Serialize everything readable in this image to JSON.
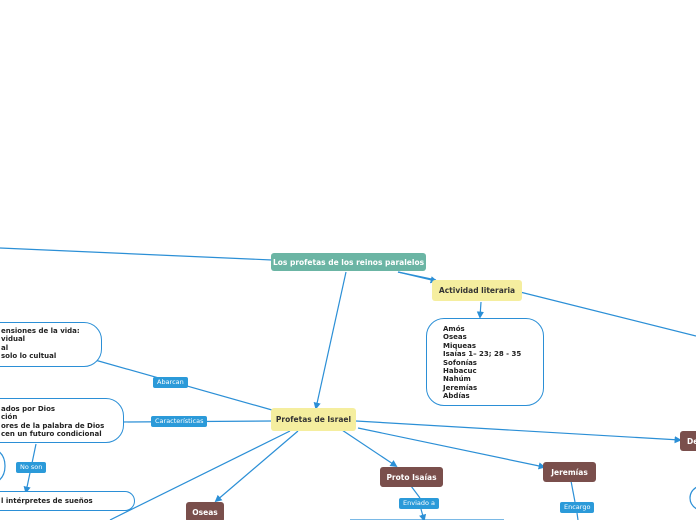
{
  "nodes": {
    "root": "Los profetas de los reinos paralelos",
    "actividad": "Actividad literaria",
    "profetas": "Profetas de Israel",
    "proto_isaias": "Proto Isaías",
    "jeremias": "Jeremías",
    "oseas": "Oseas",
    "right_cut": "De"
  },
  "bubbles": {
    "books": [
      "Amós",
      "Oseas",
      "Miqueas",
      "Isaías 1– 23; 28 - 35",
      "Sofonías",
      "Habacuc",
      "Nahúm",
      "Jeremías",
      "Abdías"
    ],
    "dimensiones": [
      "ensiones de la vida:",
      "vidual",
      "al",
      "solo lo cultual"
    ],
    "caracteristicas": [
      "ados por Dios",
      "ción",
      "ores de la palabra de Dios",
      "cen un futuro condicional"
    ],
    "suenos": "l intérpretes de sueños"
  },
  "tags": {
    "abarcan": "Abarcan",
    "caracteristicas": "Características",
    "no_son": "No son",
    "enviado": "Enviado a",
    "encargo": "Encargo"
  },
  "colors": {
    "line": "#2b8fd6",
    "root": "#6bb5a4",
    "topic": "#f5ee9f",
    "person": "#7a4f4c",
    "tag": "#2b9ad9"
  }
}
